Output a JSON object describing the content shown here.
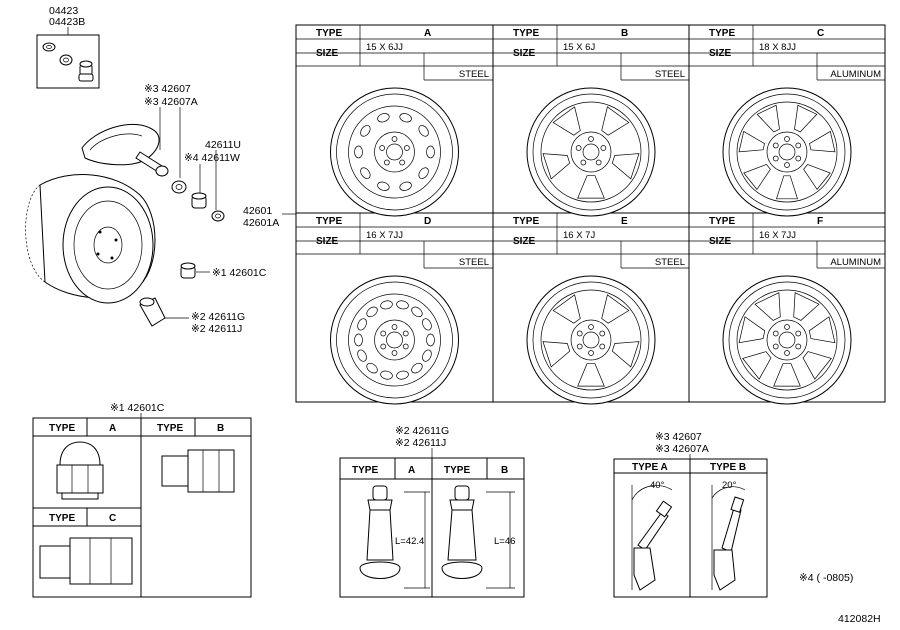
{
  "parts": {
    "valve_kit": [
      "04423",
      "04423B"
    ],
    "valve_a": [
      "※3 42607",
      "※3 42607A"
    ],
    "sensor": [
      "42611U",
      "※4 42611W"
    ],
    "wheel": [
      "42601",
      "42601A"
    ],
    "nut": "※1 42601C",
    "stem": [
      "※2 42611G",
      "※2 42611J"
    ]
  },
  "wheel_table": {
    "type_label": "TYPE",
    "size_label": "SIZE",
    "cells": [
      {
        "type": "A",
        "size": "15 X 6JJ",
        "material": "STEEL"
      },
      {
        "type": "B",
        "size": "15 X 6J",
        "material": "STEEL"
      },
      {
        "type": "C",
        "size": "18 X 8JJ",
        "material": "ALUMINUM"
      },
      {
        "type": "D",
        "size": "16 X 7JJ",
        "material": "STEEL"
      },
      {
        "type": "E",
        "size": "16 X 7J",
        "material": "STEEL"
      },
      {
        "type": "F",
        "size": "16 X 7JJ",
        "material": "ALUMINUM"
      }
    ]
  },
  "nut_table": {
    "title": "※1 42601C",
    "type_label": "TYPE",
    "types": [
      "A",
      "B",
      "C"
    ]
  },
  "stem_table": {
    "title": [
      "※2 42611G",
      "※2 42611J"
    ],
    "type_label": "TYPE",
    "types": [
      "A",
      "B"
    ],
    "lengths": [
      "L=42.4",
      "L=46"
    ]
  },
  "valve_table": {
    "title": [
      "※3 42607",
      "※3 42607A"
    ],
    "types": [
      "TYPE A",
      "TYPE B"
    ],
    "angles": [
      "40°",
      "20°"
    ]
  },
  "footnote": "※4 ( -0805)",
  "diagram_id": "412082H"
}
